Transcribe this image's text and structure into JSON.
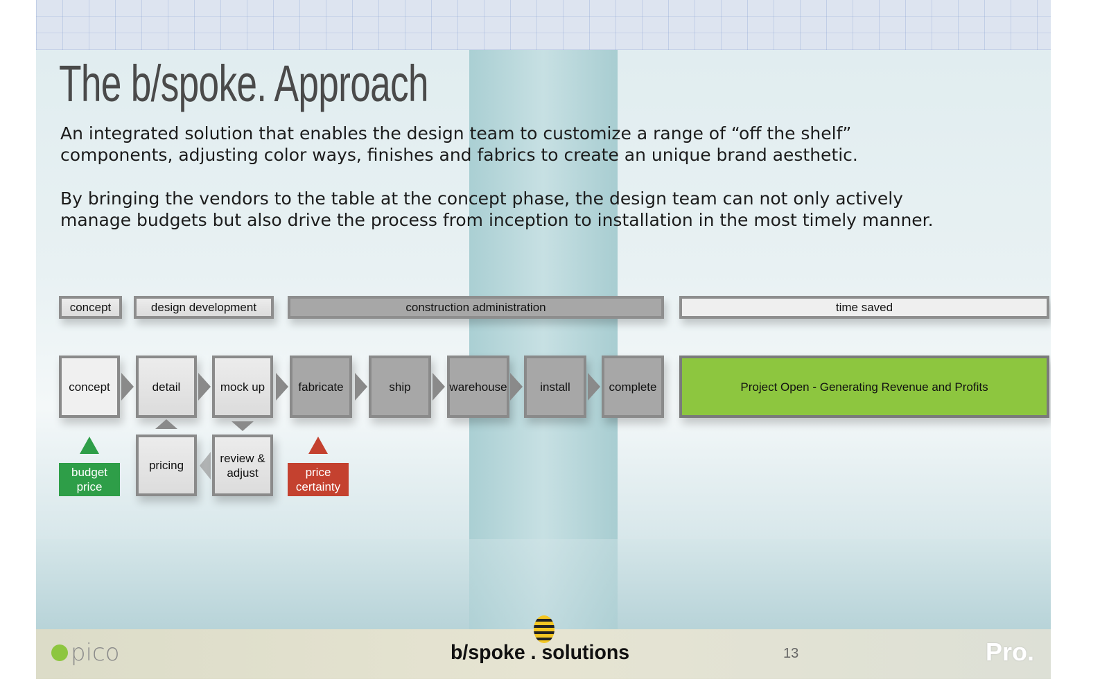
{
  "title": "The b/spoke. Approach",
  "paragraphs": [
    "An integrated solution that enables the design team to customize a range of “off the shelf” components, adjusting color ways, finishes and fabrics to create an unique brand aesthetic.",
    "By bringing the vendors to the table at the concept phase, the design team can not only actively manage budgets but also drive the process from inception to installation in the most timely manner."
  ],
  "phases": [
    "concept",
    "design development",
    "construction administration",
    "time saved"
  ],
  "steps": [
    "concept",
    "detail",
    "mock up",
    "fabricate",
    "ship",
    "warehouse",
    "install",
    "complete"
  ],
  "result": "Project Open - Generating Revenue and Profits",
  "sub_steps": [
    "pricing",
    "review & adjust"
  ],
  "tags": [
    "budget price",
    "price certainty"
  ],
  "colors": {
    "green": "#8dc63f",
    "budget": "#2e9e48",
    "price": "#c4412f"
  },
  "footer": {
    "left_logo": "pico",
    "center_logo": "b/spoke . solutions",
    "page_number": "13",
    "right_logo": "Pro."
  }
}
